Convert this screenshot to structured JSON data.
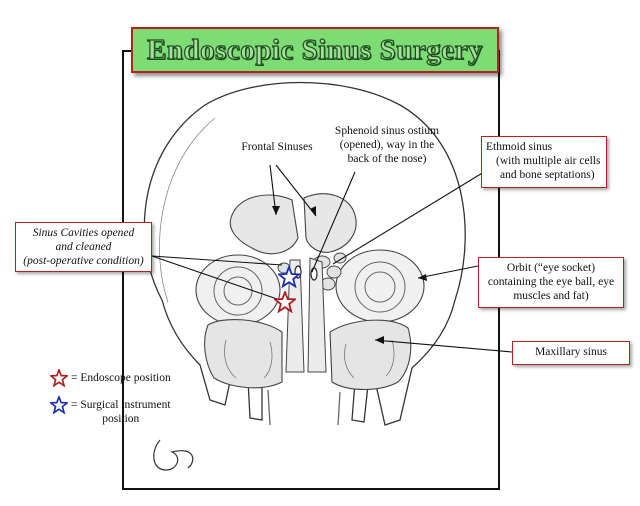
{
  "title": "Endoscopic Sinus Surgery",
  "labels": {
    "frontal_sinuses": "Frontal Sinuses",
    "sphenoid_ostium": "Sphenoid sinus ostium (opened), way in the back of the nose)",
    "sphenoid_ostium_lines": [
      "Sphenoid sinus ostium",
      "(opened), way in the",
      "back of the nose)"
    ],
    "ethmoid_lines": [
      "Ethmoid sinus",
      "(with multiple air cells",
      "and bone septations)"
    ],
    "cavities_lines": [
      "Sinus Cavities opened",
      "and cleaned",
      "(post-operative condition)"
    ],
    "orbit_lines": [
      "Orbit (“eye socket)",
      "containing the eye ball, eye",
      "muscles and fat)"
    ],
    "maxillary": "Maxillary sinus"
  },
  "legend": {
    "endoscope": "= Endoscope position",
    "instrument_lines": [
      "= Surgical instrument",
      "position"
    ],
    "endoscope_color": "#b01c1c",
    "instrument_color": "#1a2fb0"
  },
  "colors": {
    "title_fill": "#7ddc74",
    "box_border": "#b82020"
  }
}
